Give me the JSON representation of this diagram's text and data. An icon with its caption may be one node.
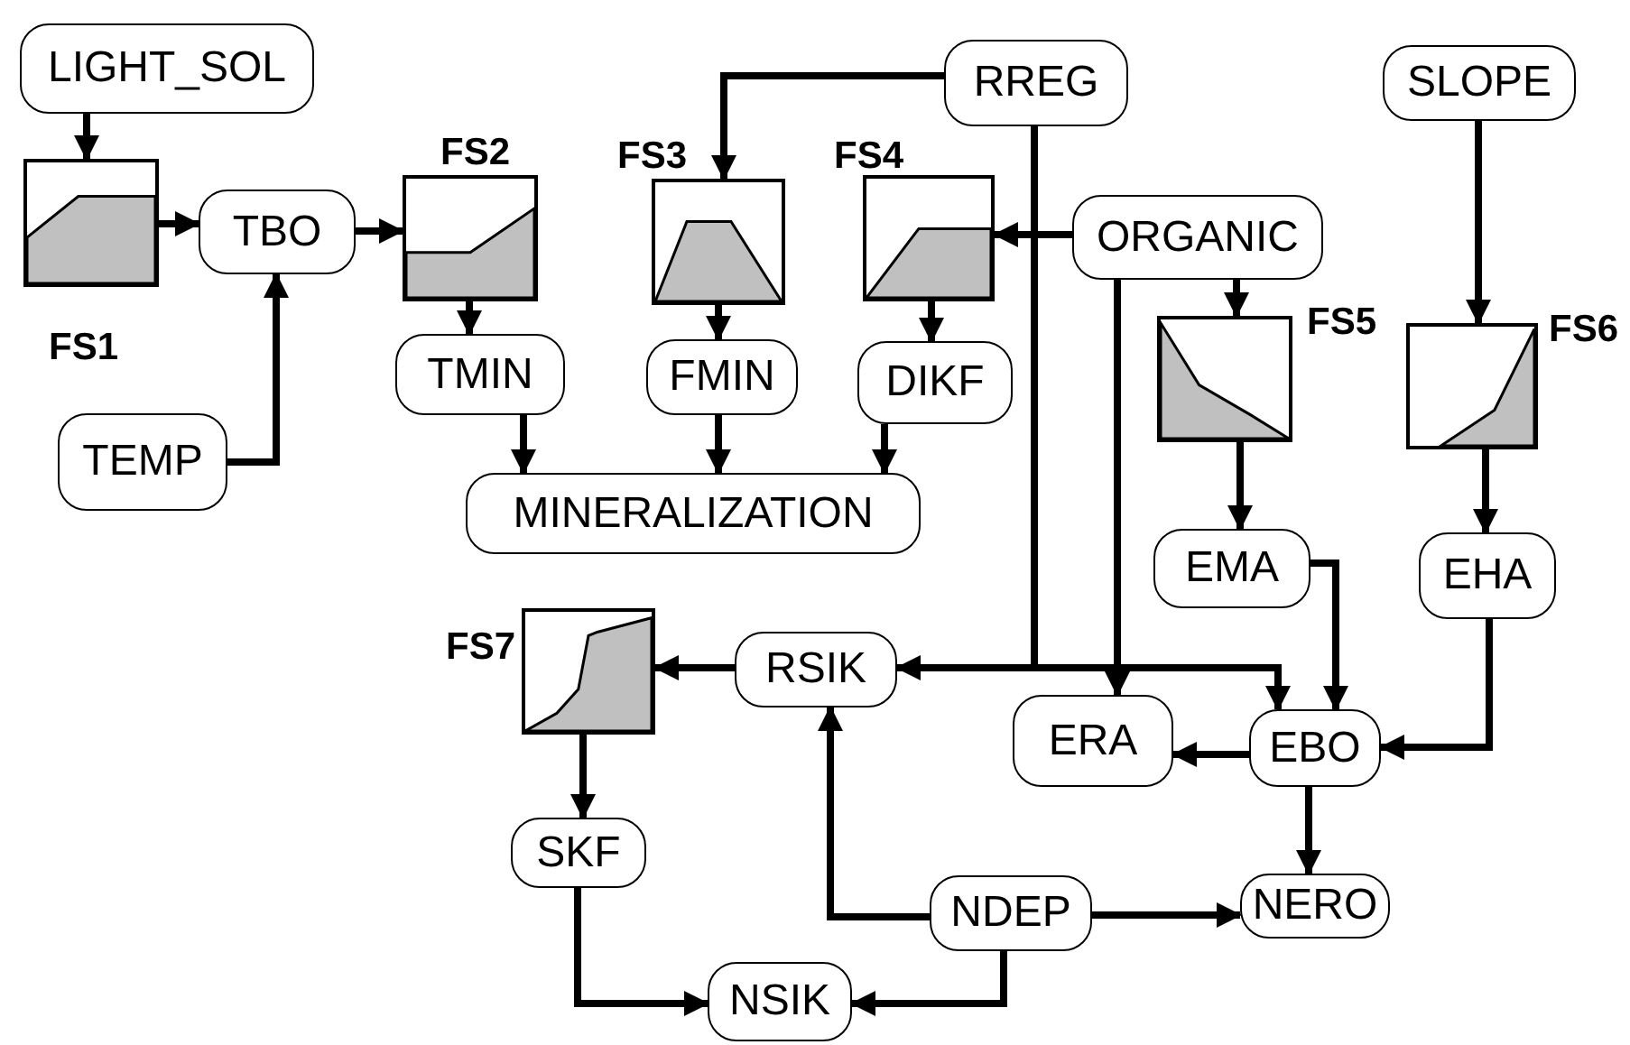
{
  "diagram": {
    "nodes": [
      {
        "text": [
          "LIGHT_SOL"
        ]
      },
      {
        "text": [
          "FS1"
        ]
      },
      {
        "text": [
          "TBO"
        ]
      },
      {
        "text": [
          "FS2"
        ]
      },
      {
        "text": [
          "FS3"
        ]
      },
      {
        "text": [
          "FS4"
        ]
      },
      {
        "text": [
          "RREG"
        ]
      },
      {
        "text": [
          "SLOPE"
        ]
      },
      {
        "text": [
          "ORGANIC"
        ]
      },
      {
        "text": [
          "FS5"
        ]
      },
      {
        "text": [
          "FS6"
        ]
      },
      {
        "text": [
          "TEMP"
        ]
      },
      {
        "text": [
          "TMIN"
        ]
      },
      {
        "text": [
          "FMIN"
        ]
      },
      {
        "text": [
          "DIKF"
        ]
      },
      {
        "text": [
          "MINERALIZATION"
        ]
      },
      {
        "text": [
          "EMA"
        ]
      },
      {
        "text": [
          "EHA"
        ]
      },
      {
        "text": [
          "FS7"
        ]
      },
      {
        "text": [
          "RSIK"
        ]
      },
      {
        "text": [
          "ERA"
        ]
      },
      {
        "text": [
          "EBO"
        ]
      },
      {
        "text": [
          "SKF"
        ]
      },
      {
        "text": [
          "NDEP"
        ]
      },
      {
        "text": [
          "NERO"
        ]
      },
      {
        "text": [
          "NSIK"
        ]
      }
    ],
    "edges": [
      {
        "from": 0,
        "to": 1,
        "arrow": "to"
      },
      {
        "from": 1,
        "to": 2,
        "arrow": "to"
      },
      {
        "from": 11,
        "to": 2,
        "arrow": "to"
      },
      {
        "from": 2,
        "to": 3,
        "arrow": "to"
      },
      {
        "from": 6,
        "to": 4,
        "arrow": "to"
      },
      {
        "from": 8,
        "to": 5,
        "arrow": "to"
      },
      {
        "from": 8,
        "to": 9,
        "arrow": "to"
      },
      {
        "from": 7,
        "to": 10,
        "arrow": "to"
      },
      {
        "from": 3,
        "to": 12,
        "arrow": "to"
      },
      {
        "from": 4,
        "to": 13,
        "arrow": "to"
      },
      {
        "from": 5,
        "to": 14,
        "arrow": "to"
      },
      {
        "from": 12,
        "to": 15,
        "arrow": "to"
      },
      {
        "from": 13,
        "to": 15,
        "arrow": "to"
      },
      {
        "from": 14,
        "to": 15,
        "arrow": "to"
      },
      {
        "from": 9,
        "to": 16,
        "arrow": "to"
      },
      {
        "from": 10,
        "to": 17,
        "arrow": "to"
      },
      {
        "from": 6,
        "to": 19,
        "arrow": "to"
      },
      {
        "from": 6,
        "to": 21,
        "arrow": "to"
      },
      {
        "from": 8,
        "to": 20,
        "arrow": "to"
      },
      {
        "from": 16,
        "to": 21,
        "arrow": "to"
      },
      {
        "from": 17,
        "to": 21,
        "arrow": "to"
      },
      {
        "from": 21,
        "to": 20,
        "arrow": "to"
      },
      {
        "from": 21,
        "to": 24,
        "arrow": "to"
      },
      {
        "from": 19,
        "to": 18,
        "arrow": "to"
      },
      {
        "from": 18,
        "to": 22,
        "arrow": "to"
      },
      {
        "from": 23,
        "to": 19,
        "arrow": "to"
      },
      {
        "from": 23,
        "to": 24,
        "arrow": "to"
      },
      {
        "from": 22,
        "to": 25,
        "arrow": "to"
      },
      {
        "from": 23,
        "to": 25,
        "arrow": "to"
      }
    ]
  }
}
